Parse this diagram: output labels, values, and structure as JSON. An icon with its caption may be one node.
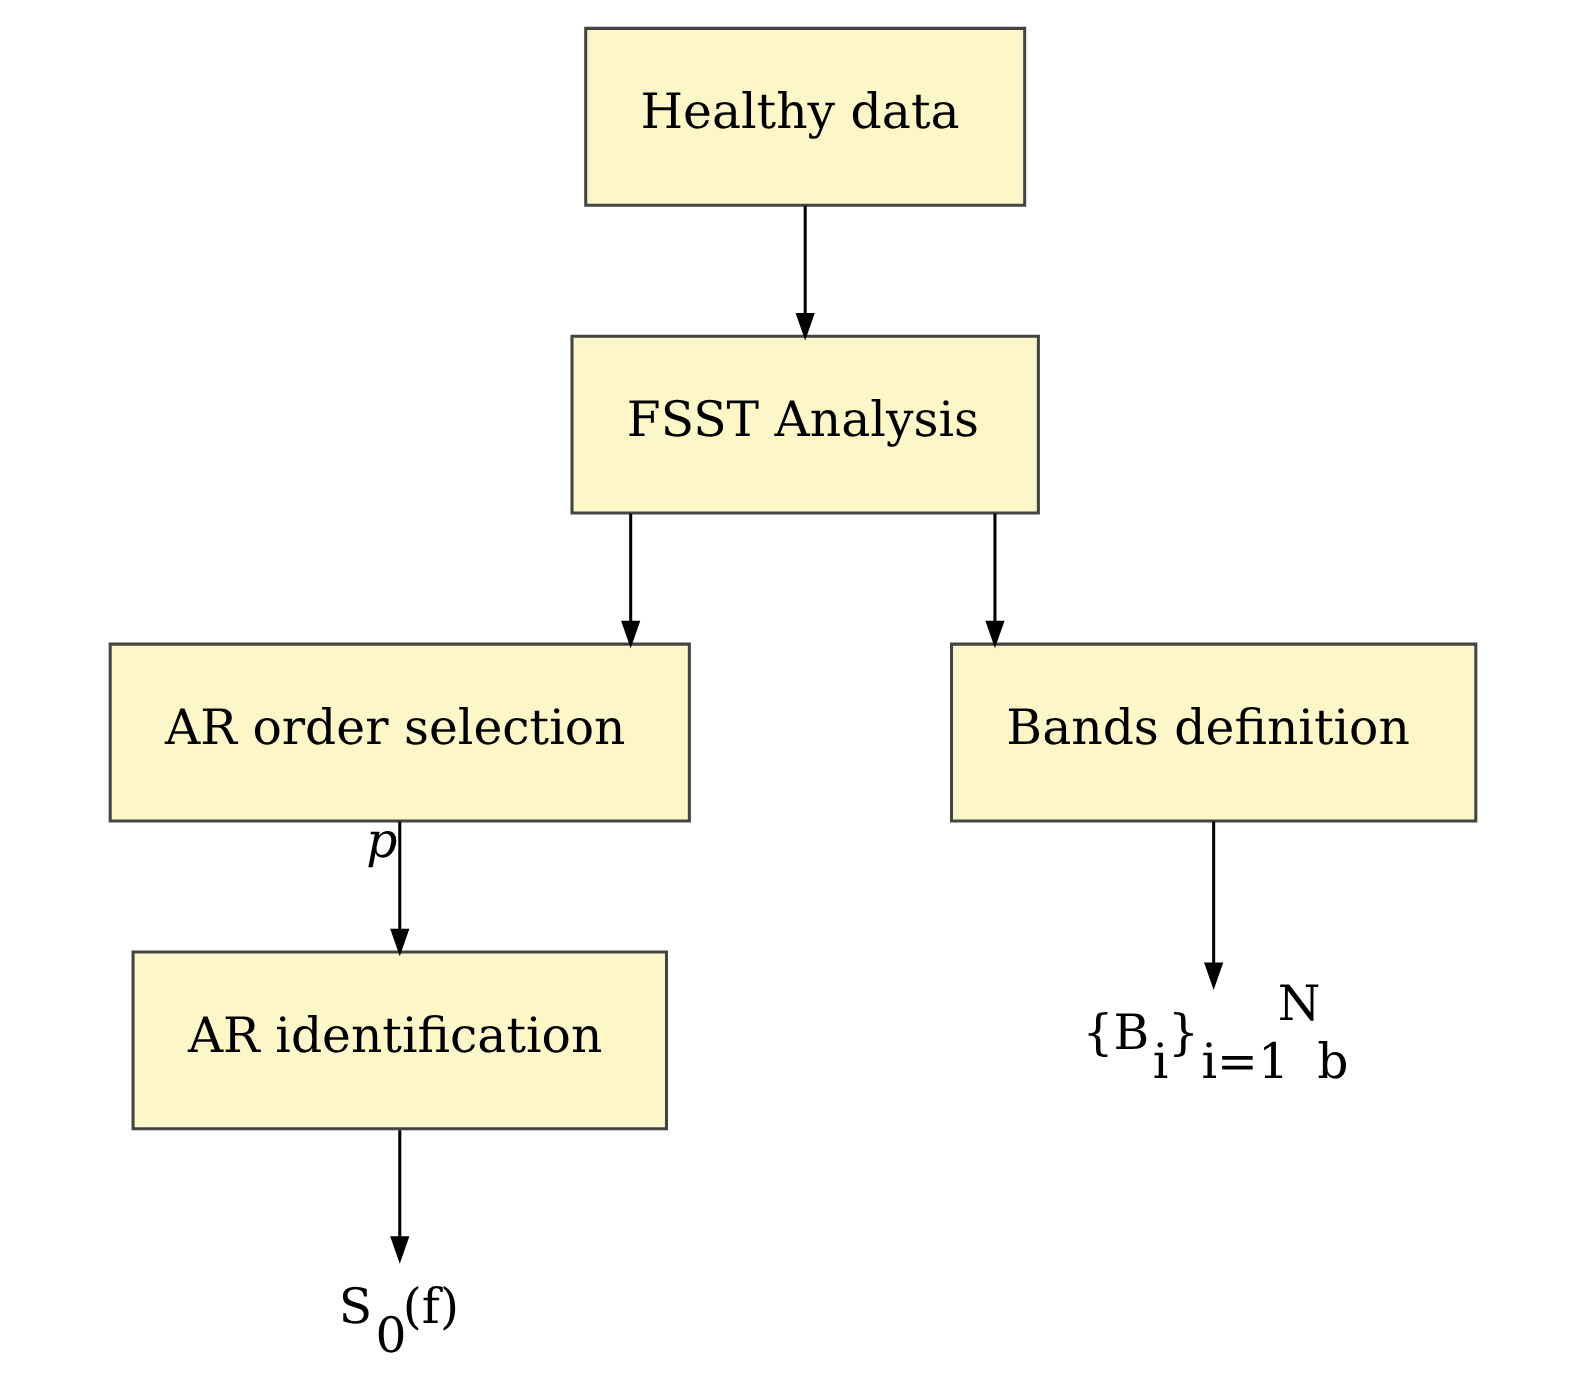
{
  "diagram": {
    "nodes": [
      {
        "text": [
          "Healthy data"
        ]
      },
      {
        "text": [
          "FSST Analysis"
        ]
      },
      {
        "text": [
          "AR order selection"
        ]
      },
      {
        "text": [
          "Bands definition"
        ]
      },
      {
        "text": [
          "AR identification"
        ]
      },
      {
        "text": [
          "S$_{0}$(f)"
        ]
      },
      {
        "text": [
          "{B$_{i}$}$_{i=1}$$^{N}$$_{b}$"
        ]
      }
    ],
    "edges": [
      {
        "from": 0,
        "to": 1,
        "arrow": "to"
      },
      {
        "from": 1,
        "to": 2,
        "arrow": "to"
      },
      {
        "from": 1,
        "to": 3,
        "arrow": "to"
      },
      {
        "from": 2,
        "to": 4,
        "arrow": "to",
        "label": "p"
      },
      {
        "from": 4,
        "to": 5,
        "arrow": "to"
      },
      {
        "from": 3,
        "to": 6,
        "arrow": "to"
      }
    ]
  }
}
